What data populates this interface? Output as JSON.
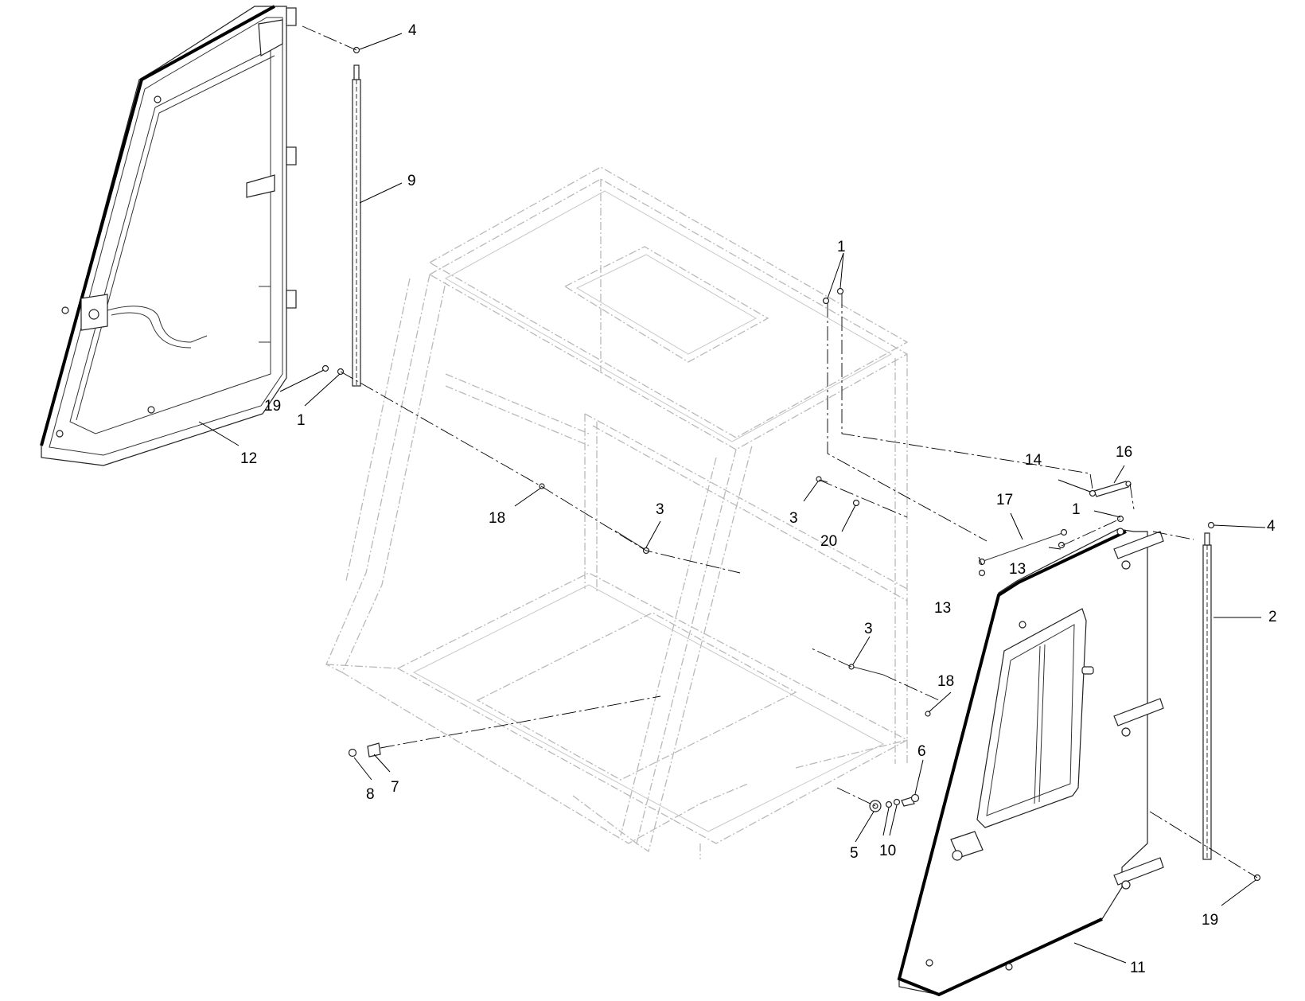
{
  "diagram": {
    "callouts": [
      {
        "id": "c-4-top",
        "text": "4"
      },
      {
        "id": "c-9",
        "text": "9"
      },
      {
        "id": "c-19-left",
        "text": "19"
      },
      {
        "id": "c-1-left",
        "text": "1"
      },
      {
        "id": "c-12",
        "text": "12"
      },
      {
        "id": "c-1-top",
        "text": "1"
      },
      {
        "id": "c-14",
        "text": "14"
      },
      {
        "id": "c-16",
        "text": "16"
      },
      {
        "id": "c-17",
        "text": "17"
      },
      {
        "id": "c-1-right",
        "text": "1"
      },
      {
        "id": "c-4-right",
        "text": "4"
      },
      {
        "id": "c-18-left",
        "text": "18"
      },
      {
        "id": "c-3-mid",
        "text": "3"
      },
      {
        "id": "c-3-right",
        "text": "3"
      },
      {
        "id": "c-20",
        "text": "20"
      },
      {
        "id": "c-13-a",
        "text": "13"
      },
      {
        "id": "c-13-b",
        "text": "13"
      },
      {
        "id": "c-2",
        "text": "2"
      },
      {
        "id": "c-3-low",
        "text": "3"
      },
      {
        "id": "c-18-right",
        "text": "18"
      },
      {
        "id": "c-6",
        "text": "6"
      },
      {
        "id": "c-8",
        "text": "8"
      },
      {
        "id": "c-7",
        "text": "7"
      },
      {
        "id": "c-5",
        "text": "5"
      },
      {
        "id": "c-10",
        "text": "10"
      },
      {
        "id": "c-19-right",
        "text": "19"
      },
      {
        "id": "c-11",
        "text": "11"
      }
    ]
  }
}
